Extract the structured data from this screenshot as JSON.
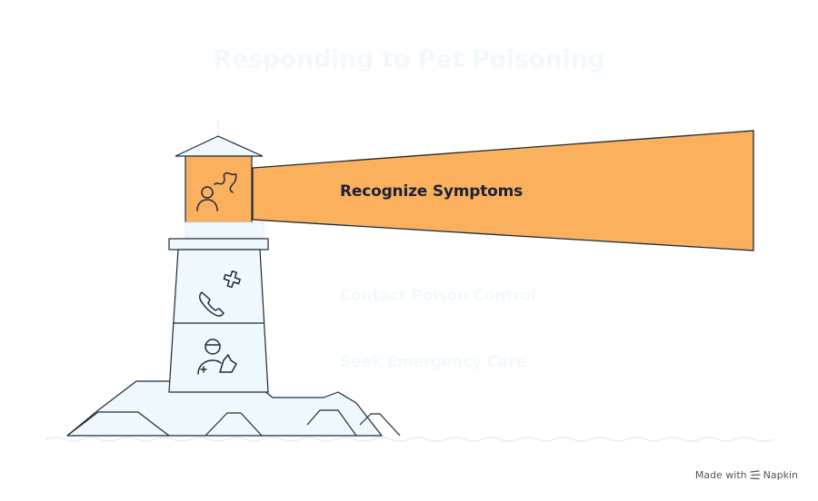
{
  "title": "Responding to Pet Poisoning",
  "steps": [
    {
      "label": "Recognize Symptoms",
      "icon": "person-stress-icon",
      "active": true
    },
    {
      "label": "Contact Poison Control",
      "icon": "phone-medical-icon",
      "active": false
    },
    {
      "label": "Seek Emergency Care",
      "icon": "doctor-pet-icon",
      "active": false
    }
  ],
  "footer": {
    "made_with": "Made with",
    "brand": "Napkin"
  },
  "colors": {
    "title": "#f2f9fd",
    "beam": "#fbb05e",
    "beam_stroke": "#1e2a3a",
    "active_label": "#1a2238",
    "inactive_label": "#f2f9fd",
    "tower_fill": "#eef8fd",
    "outline": "#1e2a3a"
  }
}
